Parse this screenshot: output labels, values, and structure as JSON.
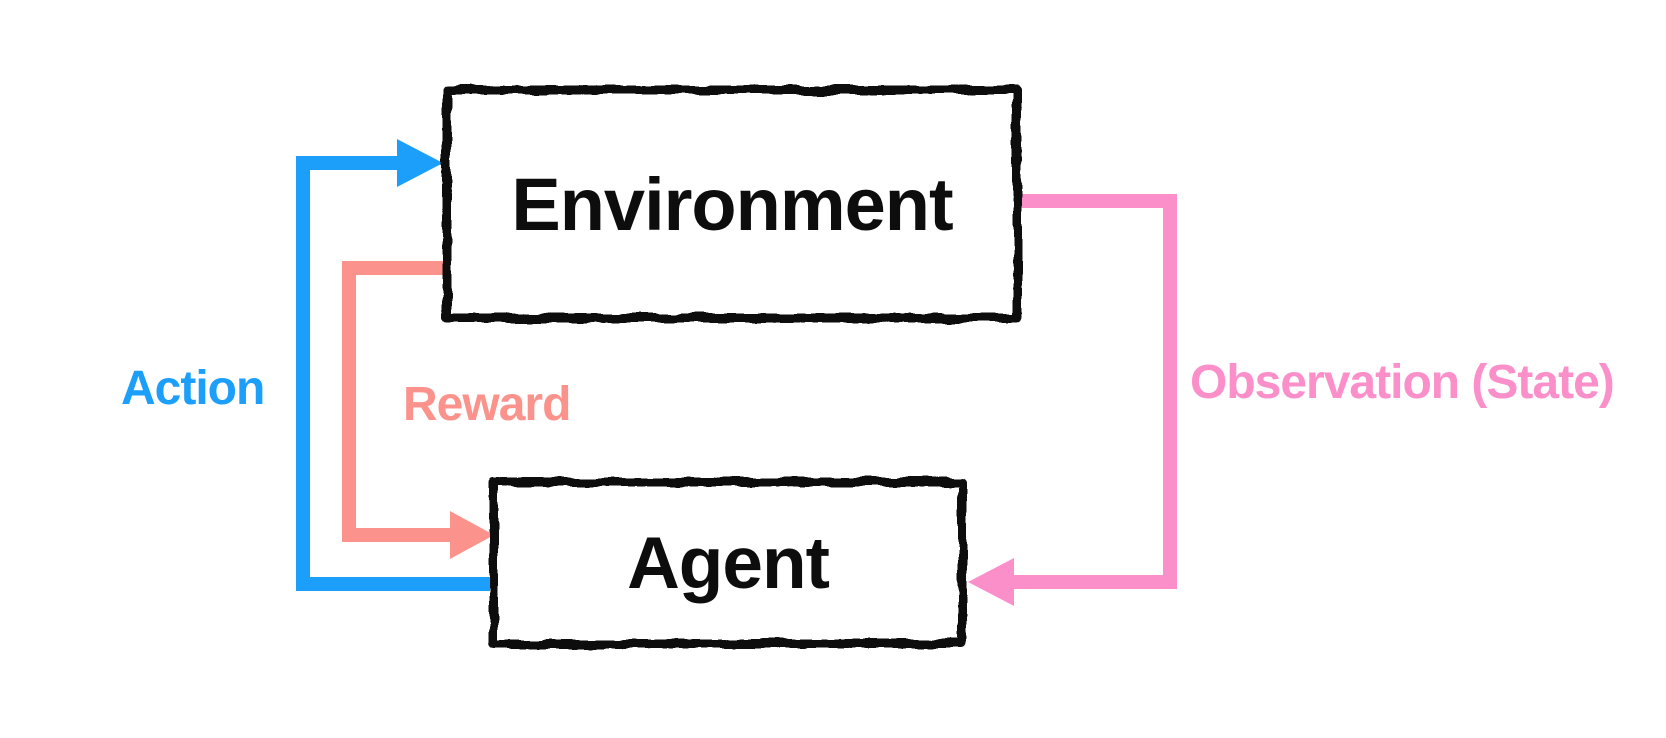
{
  "diagram": {
    "type": "flow-loop",
    "background": "#ffffff",
    "node_border_color": "#0d0d0d",
    "nodes": [
      {
        "id": "environment",
        "label": "Environment"
      },
      {
        "id": "agent",
        "label": "Agent"
      }
    ],
    "edges": [
      {
        "id": "action",
        "label": "Action",
        "from": "agent",
        "to": "environment",
        "color": "#1C9FFB"
      },
      {
        "id": "reward",
        "label": "Reward",
        "from": "environment",
        "to": "agent",
        "color": "#FB938C"
      },
      {
        "id": "observation",
        "label": "Observation (State)",
        "from": "environment",
        "to": "agent",
        "color": "#FB8FCA"
      }
    ]
  }
}
